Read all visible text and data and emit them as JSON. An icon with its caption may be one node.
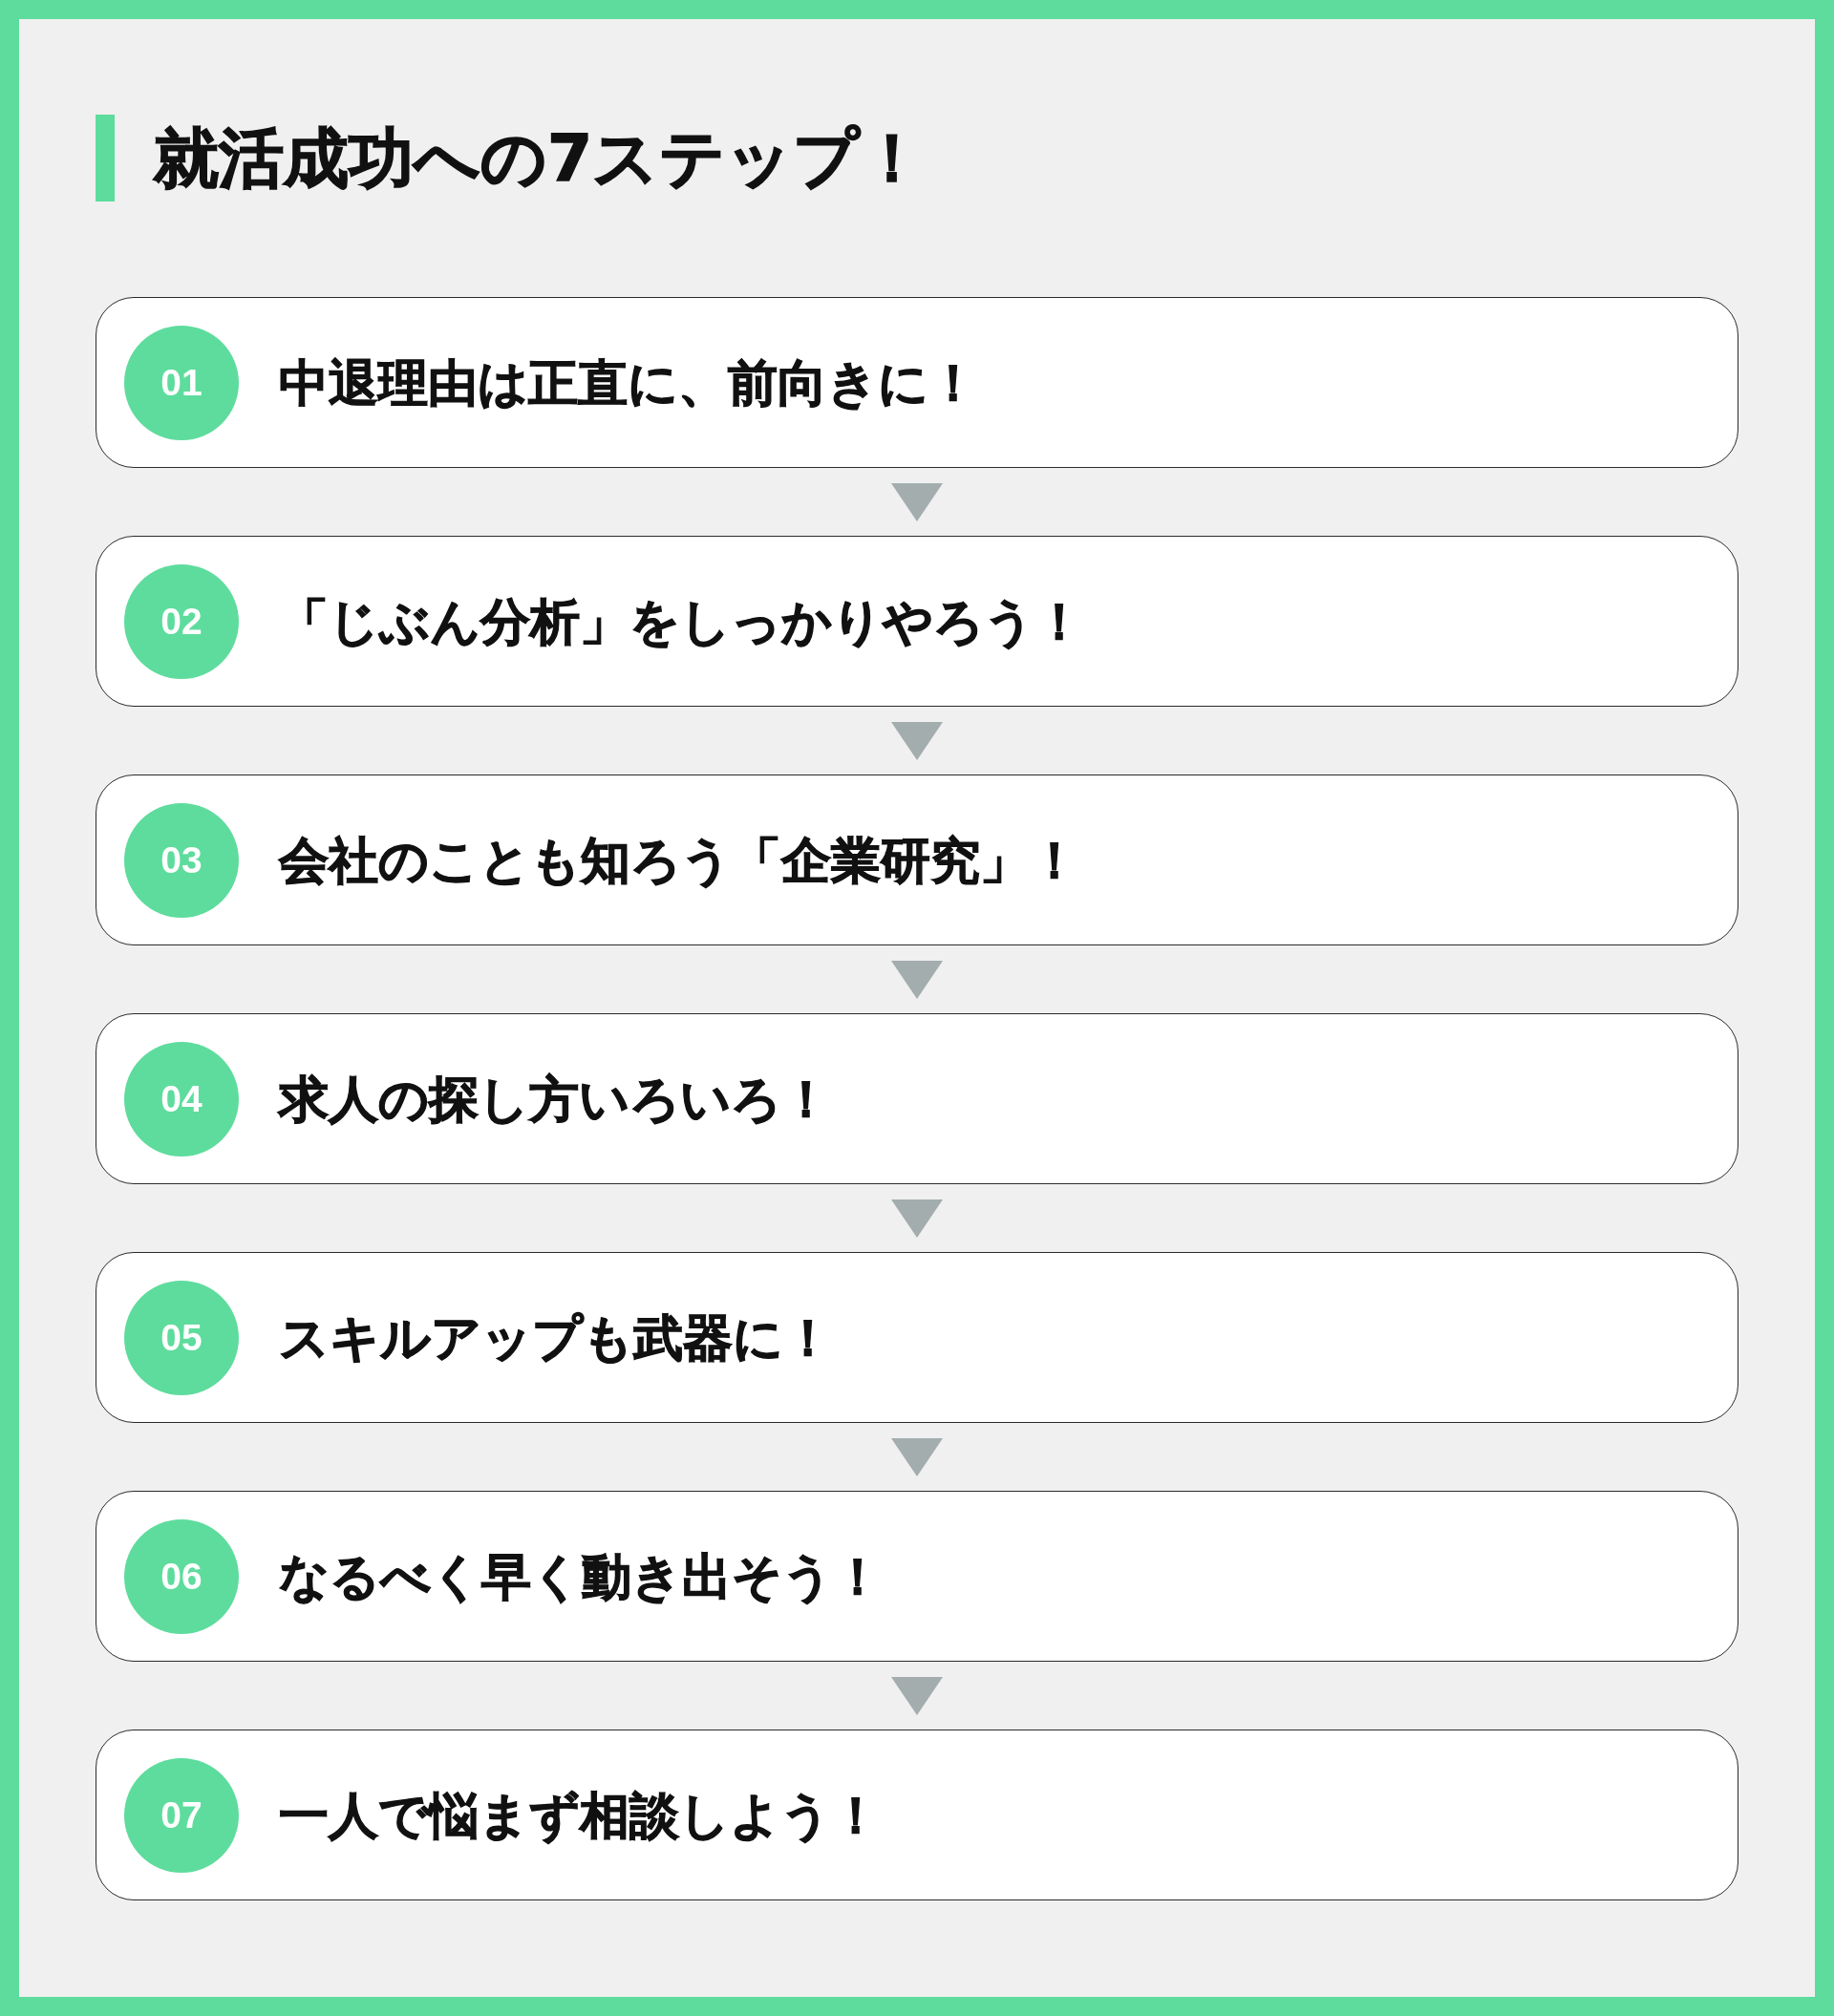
{
  "diagram": {
    "title": "就活成功への7ステップ！",
    "nodes": [
      {
        "text": [
          "中退理由は正直に、前向きに！"
        ]
      },
      {
        "text": [
          "01"
        ],
        "in": 0
      },
      {
        "text": [
          "「じぶん分析」をしっかりやろう！"
        ]
      },
      {
        "text": [
          "02"
        ],
        "in": 2
      },
      {
        "text": [
          "会社のことも知ろう「企業研究」！"
        ]
      },
      {
        "text": [
          "03"
        ],
        "in": 4
      },
      {
        "text": [
          "求人の探し方いろいろ！"
        ]
      },
      {
        "text": [
          "04"
        ],
        "in": 6
      },
      {
        "text": [
          "スキルアップも武器に！"
        ]
      },
      {
        "text": [
          "05"
        ],
        "in": 8
      },
      {
        "text": [
          "なるべく早く動き出そう！"
        ]
      },
      {
        "text": [
          "06"
        ],
        "in": 10
      },
      {
        "text": [
          "一人で悩まず相談しよう！"
        ]
      },
      {
        "text": [
          "07"
        ],
        "in": 12
      }
    ],
    "edges": [
      {
        "from": 0,
        "to": 2,
        "arrow": "to"
      },
      {
        "from": 2,
        "to": 4,
        "arrow": "to"
      },
      {
        "from": 4,
        "to": 6,
        "arrow": "to"
      },
      {
        "from": 6,
        "to": 8,
        "arrow": "to"
      },
      {
        "from": 8,
        "to": 10,
        "arrow": "to"
      },
      {
        "from": 10,
        "to": 12,
        "arrow": "to"
      }
    ]
  }
}
